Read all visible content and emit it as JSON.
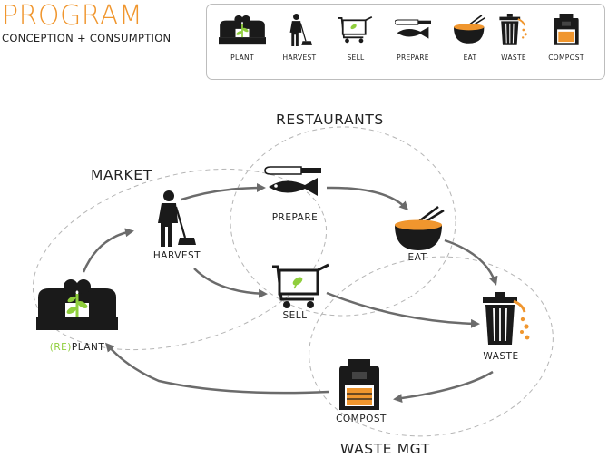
{
  "header": {
    "title": "PROGRAM",
    "subtitle": "CONCEPTION + CONSUMPTION"
  },
  "legend": {
    "items": [
      {
        "label": "PLANT",
        "icon": "plant-icon"
      },
      {
        "label": "HARVEST",
        "icon": "harvest-icon"
      },
      {
        "label": "SELL",
        "icon": "sell-cart-icon"
      },
      {
        "label": "PREPARE",
        "icon": "prepare-fish-icon"
      },
      {
        "label": "EAT",
        "icon": "eat-bowl-icon"
      },
      {
        "label": "WASTE",
        "icon": "waste-bin-icon"
      },
      {
        "label": "COMPOST",
        "icon": "compost-icon"
      }
    ]
  },
  "groups": {
    "market": "MARKET",
    "restaurants": "RESTAURANTS",
    "waste_mgt": "WASTE MGT"
  },
  "nodes": {
    "replant_prefix": "(RE)",
    "replant_main": "PLANT",
    "harvest": "HARVEST",
    "prepare": "PREPARE",
    "sell": "SELL",
    "eat": "EAT",
    "waste": "WASTE",
    "compost": "COMPOST"
  },
  "colors": {
    "accent_orange": "#f0962e",
    "accent_green": "#8fce3c",
    "icon_dark": "#1a1a1a",
    "arrow": "#6b6b6b",
    "dashed": "#b5b5b5"
  }
}
